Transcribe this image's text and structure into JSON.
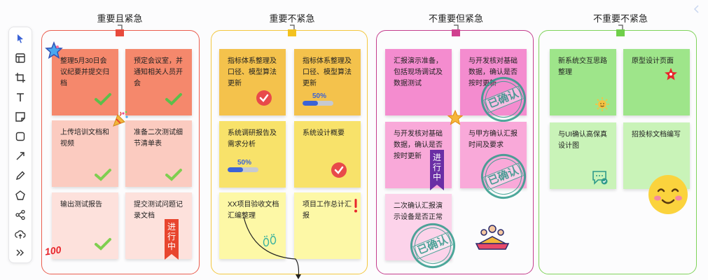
{
  "toolbar": {
    "icons": [
      "pointer-icon",
      "layout-icon",
      "crop-frame-icon",
      "text-icon",
      "sticky-note-icon",
      "rectangle-icon",
      "connector-icon",
      "pen-icon",
      "polygon-icon",
      "mindmap-icon",
      "upload-icon",
      "more-icon"
    ]
  },
  "colors": {
    "col1": "#ea5d4e",
    "col2": "#f3c73f",
    "col3": "#c43d8d",
    "col4": "#7fd35a",
    "progress": "#3b63d6",
    "stamp": "#2f9a8a"
  },
  "columns": [
    {
      "title": "重要且紧急",
      "notes": [
        {
          "text": "整理5月30日会议纪要并提交归档"
        },
        {
          "text": "预定会议室，并通知相关人员开会"
        },
        {
          "text": "上传培训文档和视频"
        },
        {
          "text": "准备二次测试细节清单表"
        },
        {
          "text": "输出测试报告"
        },
        {
          "text": "提交测试问题记录文档",
          "ribbon": "进行中"
        }
      ]
    },
    {
      "title": "重要不紧急",
      "notes": [
        {
          "text": "指标体系整理及口径、模型算法更新"
        },
        {
          "text": "指标体系整理及口径、模型算法更新",
          "progress_label": "50%",
          "progress": 0.5
        },
        {
          "text": "系统调研报告及需求分析",
          "progress_label": "50%",
          "progress": 0.5
        },
        {
          "text": "系统设计概要"
        },
        {
          "text": "XX项目验收文档汇编整理"
        },
        {
          "text": "项目工作总计汇报"
        }
      ]
    },
    {
      "title": "不重要但紧急",
      "notes": [
        {
          "text": "汇报演示准备，包括现场调试及数据测试"
        },
        {
          "text": "与开发核对基础数据，确认是否按时更新",
          "stamp": "已确认"
        },
        {
          "text": "与开发核对基础数据，确认是否按时更新",
          "ribbon": "进行中"
        },
        {
          "text": "与甲方确认汇报时间及要求",
          "stamp": "已确认"
        },
        {
          "text": "二次确认汇报演示设备是否正常",
          "stamp": "已确认"
        }
      ]
    },
    {
      "title": "不重要不紧急",
      "notes": [
        {
          "text": "新系统交互思路整理"
        },
        {
          "text": "原型设计页面"
        },
        {
          "text": "与UI确认高保真设计图"
        },
        {
          "text": "招投标文档编写"
        }
      ]
    }
  ],
  "stickers": {
    "hundred": "100"
  }
}
